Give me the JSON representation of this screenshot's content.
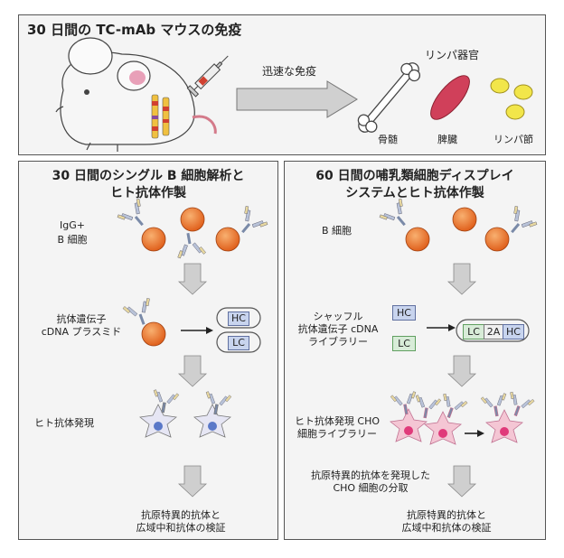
{
  "top": {
    "title": "30 日間の TC-mAb マウスの免疫",
    "arrow_label": "迅速な免疫",
    "organs_title": "リンパ器官",
    "organs": [
      "骨髄",
      "脾臓",
      "リンパ節"
    ]
  },
  "left": {
    "title_line1": "30 日間のシングル B 細胞解析と",
    "title_line2": "ヒト抗体作製",
    "step1_line1": "IgG+",
    "step1_line2": "B 細胞",
    "step2_line1": "抗体遺伝子",
    "step2_line2": "cDNA プラスミド",
    "hc": "HC",
    "lc": "LC",
    "step3": "ヒト抗体発現",
    "final_line1": "抗原特異的抗体と",
    "final_line2": "広域中和抗体の検証"
  },
  "right": {
    "title_line1": "60 日間の哺乳類細胞ディスプレイ",
    "title_line2": "システムとヒト抗体作製",
    "step1": "B 細胞",
    "step2_line1": "シャッフル",
    "step2_line2": "抗体遺伝子 cDNA",
    "step2_line3": "ライブラリー",
    "hc": "HC",
    "lc": "LC",
    "construct": [
      "LC",
      "2A",
      "HC"
    ],
    "step3_line1": "ヒト抗体発現 CHO",
    "step3_line2": "細胞ライブラリー",
    "step4_line1": "抗原特異的抗体を発現した",
    "step4_line2": "CHO 細胞の分取",
    "final_line1": "抗原特異的抗体と",
    "final_line2": "広域中和抗体の検証"
  },
  "colors": {
    "b_cell": "#e8702a",
    "spleen": "#d0405a",
    "lymph": "#f2e64a",
    "hc_box": "#c8d4ee",
    "lc_box": "#d8ecd8",
    "cho": "#f4c6d4",
    "cho_neuron": "#e6e6f4"
  }
}
